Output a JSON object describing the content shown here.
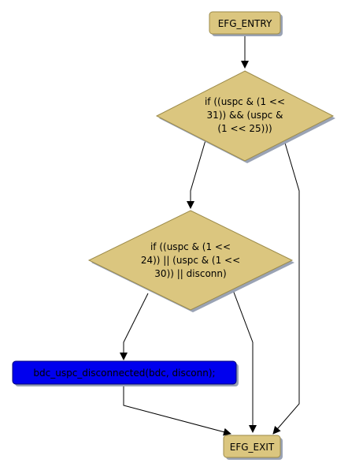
{
  "diagram": {
    "colors": {
      "node_fill": "#dbc67f",
      "node_stroke": "#9c8b4a",
      "shadow": "#9aa3b5",
      "call_fill": "#0000ee",
      "call_stroke": "#00007a",
      "edge": "#000000"
    },
    "nodes": {
      "entry": {
        "label": "EFG_ENTRY"
      },
      "cond1": {
        "lines": [
          "if ((uspc & (1 <<",
          "31)) && (uspc &",
          "(1 << 25)))"
        ]
      },
      "cond2": {
        "lines": [
          "if ((uspc & (1 <<",
          "24)) || (uspc & (1 <<",
          "30)) || disconn)"
        ]
      },
      "call": {
        "label": "bdc_uspc_disconnected(bdc, disconn);"
      },
      "exit": {
        "label": "EFG_EXIT"
      }
    },
    "edges": [
      {
        "from": "entry",
        "to": "cond1"
      },
      {
        "from": "cond1",
        "to": "cond2"
      },
      {
        "from": "cond1",
        "to": "exit"
      },
      {
        "from": "cond2",
        "to": "call"
      },
      {
        "from": "cond2",
        "to": "exit"
      },
      {
        "from": "call",
        "to": "exit"
      }
    ]
  }
}
